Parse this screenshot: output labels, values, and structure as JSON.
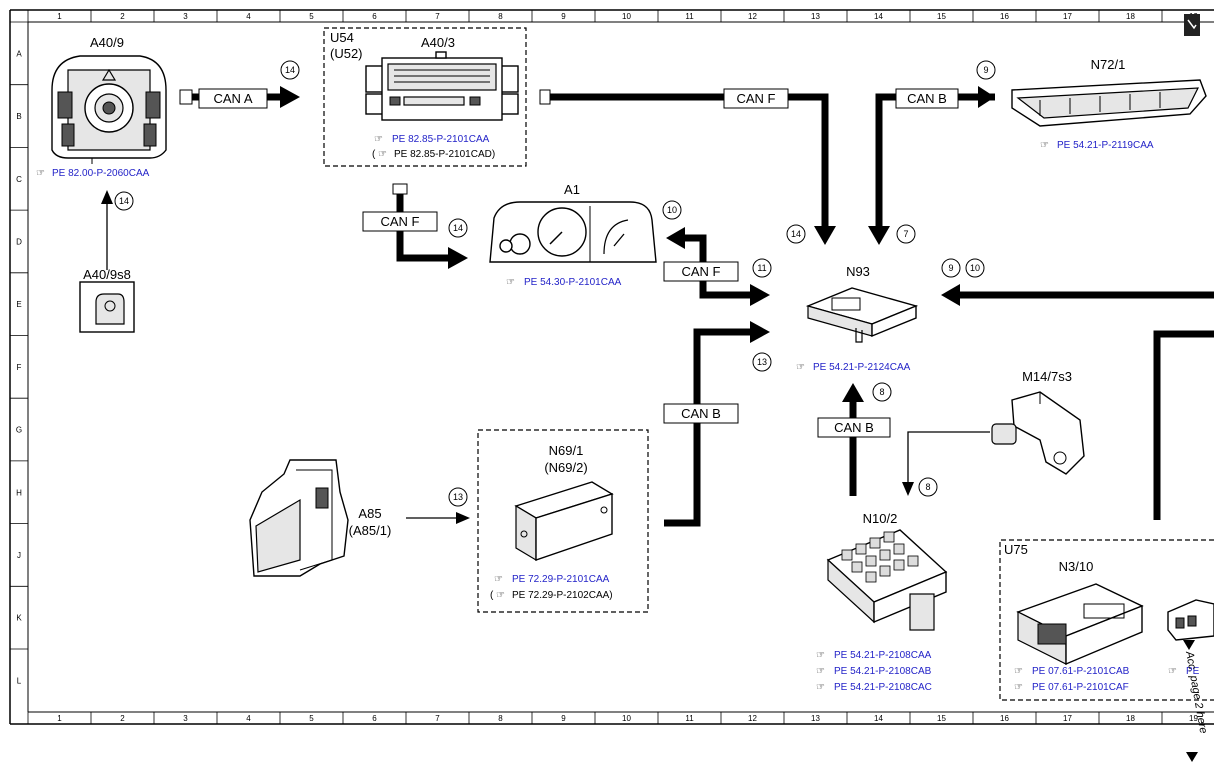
{
  "grid": {
    "columns": [
      "1",
      "2",
      "3",
      "4",
      "5",
      "6",
      "7",
      "8",
      "9",
      "10",
      "11",
      "12",
      "13",
      "14",
      "15",
      "16",
      "17",
      "18",
      "19"
    ],
    "rows": [
      "A",
      "B",
      "C",
      "D",
      "E",
      "F",
      "G",
      "H",
      "J",
      "K",
      "L"
    ]
  },
  "components": {
    "a40_9": {
      "label": "A40/9",
      "ref": "PE 82.00-P-2060CAA"
    },
    "a40_9s8": {
      "label": "A40/9s8"
    },
    "u54": {
      "label": "U54",
      "alt": "(U52)"
    },
    "a40_3": {
      "label": "A40/3",
      "ref": "PE 82.85-P-2101CAA",
      "ref_alt_open": "(",
      "ref_alt": "PE 82.85-P-2101CAD)"
    },
    "a1": {
      "label": "A1",
      "ref": "PE 54.30-P-2101CAA"
    },
    "n72_1": {
      "label": "N72/1",
      "ref": "PE 54.21-P-2119CAA"
    },
    "n93": {
      "label": "N93",
      "ref": "PE 54.21-P-2124CAA"
    },
    "m14_7s3": {
      "label": "M14/7s3"
    },
    "a85": {
      "label": "A85",
      "alt": "(A85/1)"
    },
    "n69_1": {
      "label": "N69/1",
      "alt": "(N69/2)",
      "ref": "PE 72.29-P-2101CAA",
      "ref_alt_open": "(",
      "ref_alt": "PE 72.29-P-2102CAA)"
    },
    "n10_2": {
      "label": "N10/2",
      "refs": [
        "PE 54.21-P-2108CAA",
        "PE 54.21-P-2108CAB",
        "PE 54.21-P-2108CAC"
      ]
    },
    "u75": {
      "label": "U75"
    },
    "n3_10": {
      "label": "N3/10",
      "refs": [
        "PE 07.61-P-2101CAB",
        "PE 07.61-P-2101CAF"
      ]
    },
    "cut_ref": {
      "label": "PE"
    }
  },
  "buses": {
    "can_a": "CAN A",
    "can_f_top": "CAN F",
    "can_f_left": "CAN F",
    "can_f_mid": "CAN F",
    "can_b_top": "CAN B",
    "can_b_mid": "CAN B",
    "can_b_n10": "CAN B"
  },
  "numbers": {
    "n14_a": "14",
    "n14_b": "14",
    "n14_c": "14",
    "n14_d": "14",
    "n9_a": "9",
    "n7": "7",
    "n10_a": "10",
    "n11": "11",
    "n9_b": "9",
    "n10_b": "10",
    "n13_a": "13",
    "n13_b": "13",
    "n8_a": "8",
    "n8_b": "8"
  },
  "side_note": "Acc. page 2 here"
}
